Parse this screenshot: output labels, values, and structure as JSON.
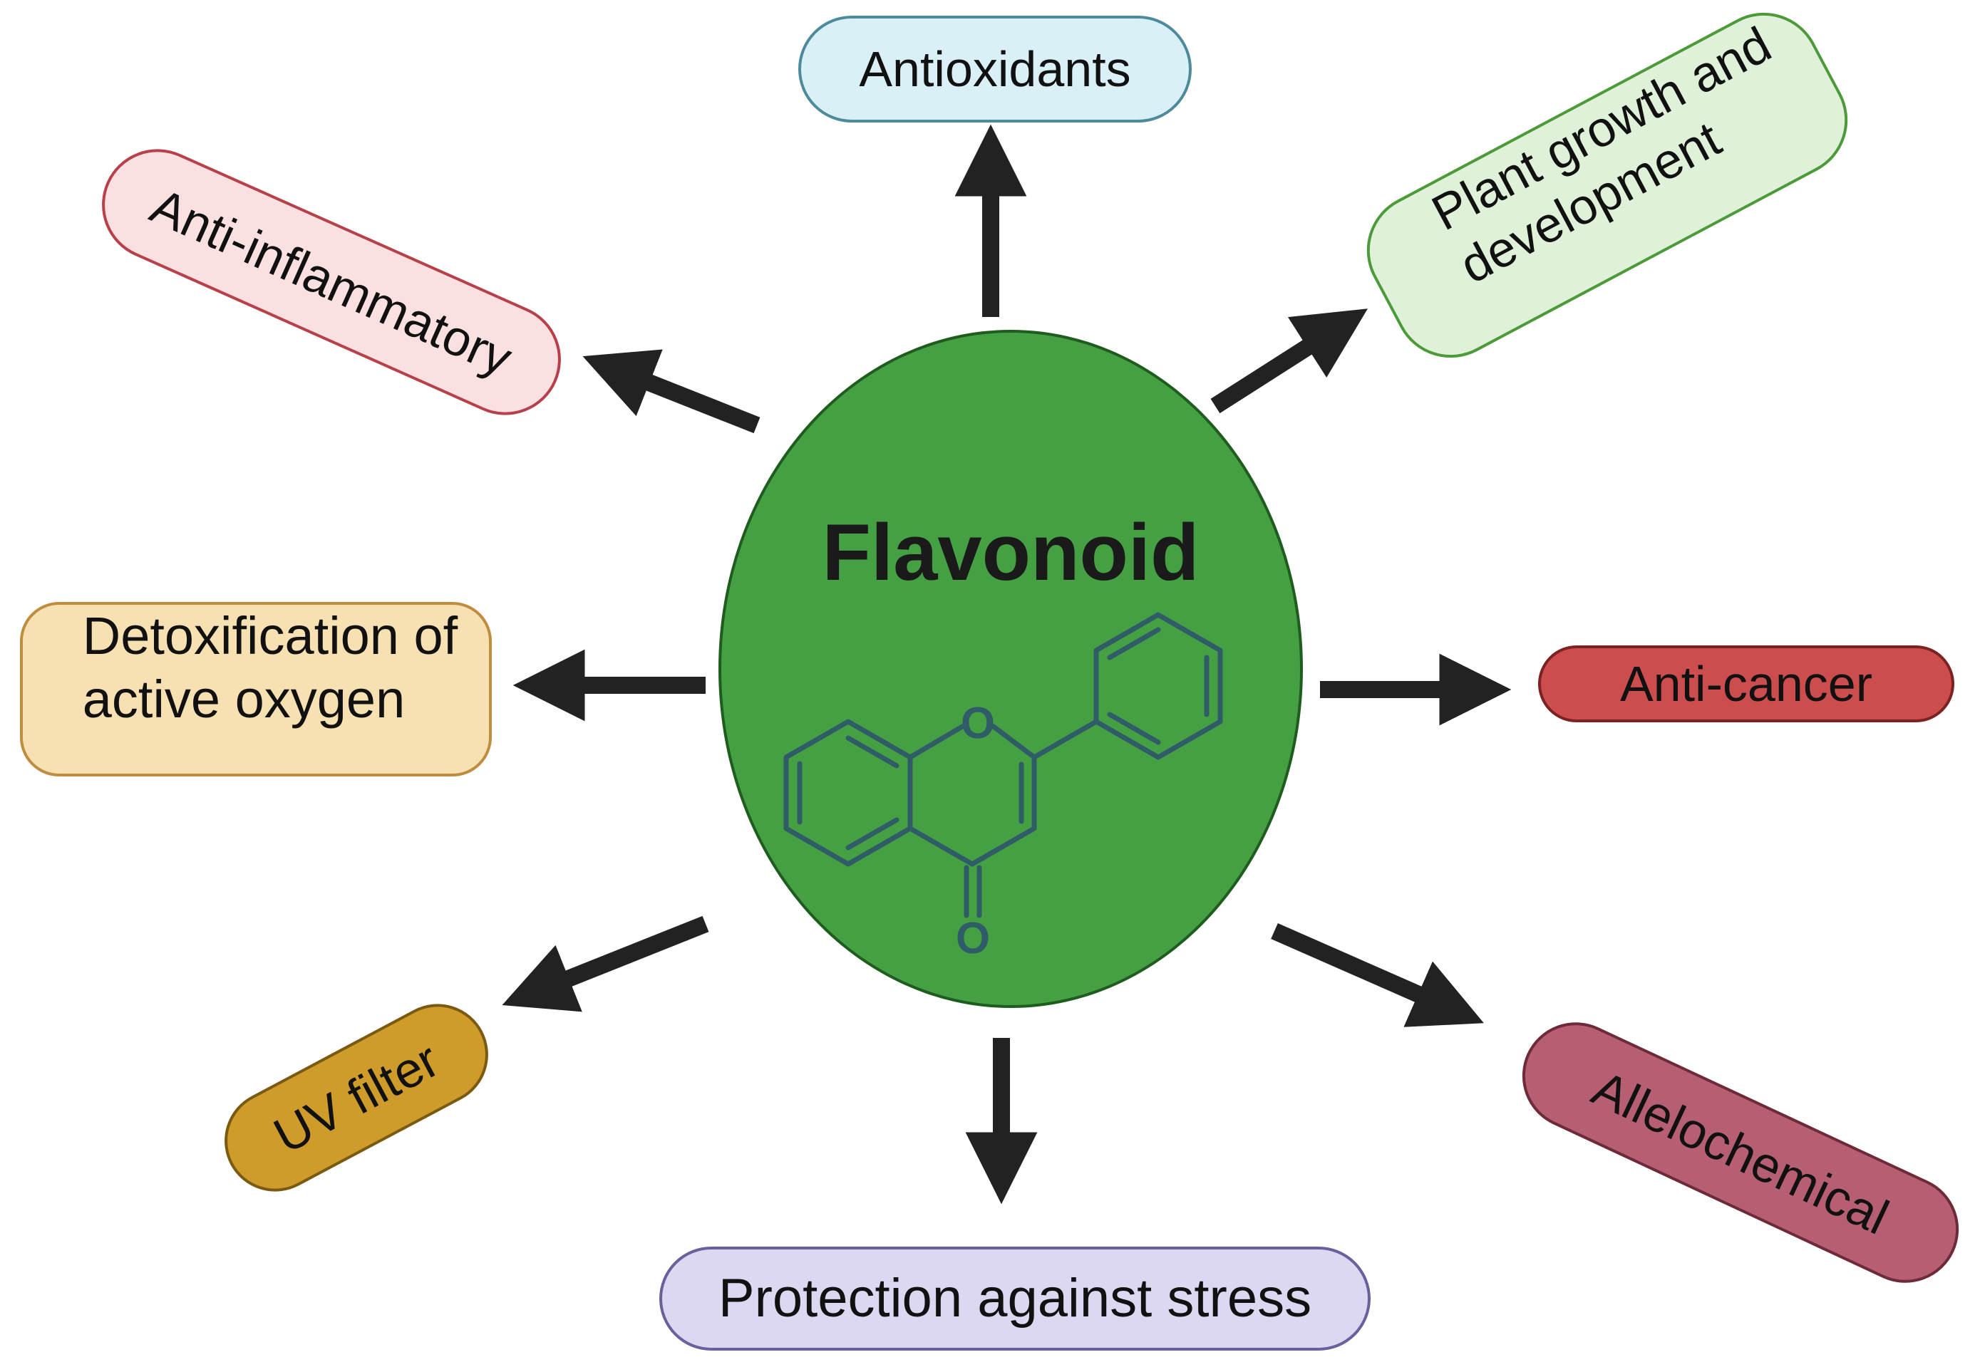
{
  "center": {
    "title": "Flavonoid",
    "molecule_atom_labels": [
      "O",
      "O"
    ]
  },
  "boxes": {
    "antioxidants": "Antioxidants",
    "plant_growth_line1": "Plant growth and",
    "plant_growth_line2": "development",
    "anti_inflammatory": "Anti-inflammatory",
    "detox_line1": "Detoxification of",
    "detox_line2": "active oxygen",
    "anti_cancer": "Anti-cancer",
    "uv_filter": "UV filter",
    "allelochemical": "Allelochemical",
    "protection": "Protection against stress"
  },
  "colors": {
    "circle_fill": "#45a044",
    "molecule_stroke": "#2f5c66",
    "arrow": "#222222",
    "antioxidants_fill": "#d9f1f6",
    "plant_fill": "#dff2d9",
    "anti_inflammatory_fill": "#fae0e1",
    "detox_fill": "#f7e1b3",
    "anti_cancer_fill": "#cc4d4d",
    "uv_fill": "#cf9b2b",
    "allelochemical_fill": "#b65e72",
    "protection_fill": "#dcd8f2"
  }
}
